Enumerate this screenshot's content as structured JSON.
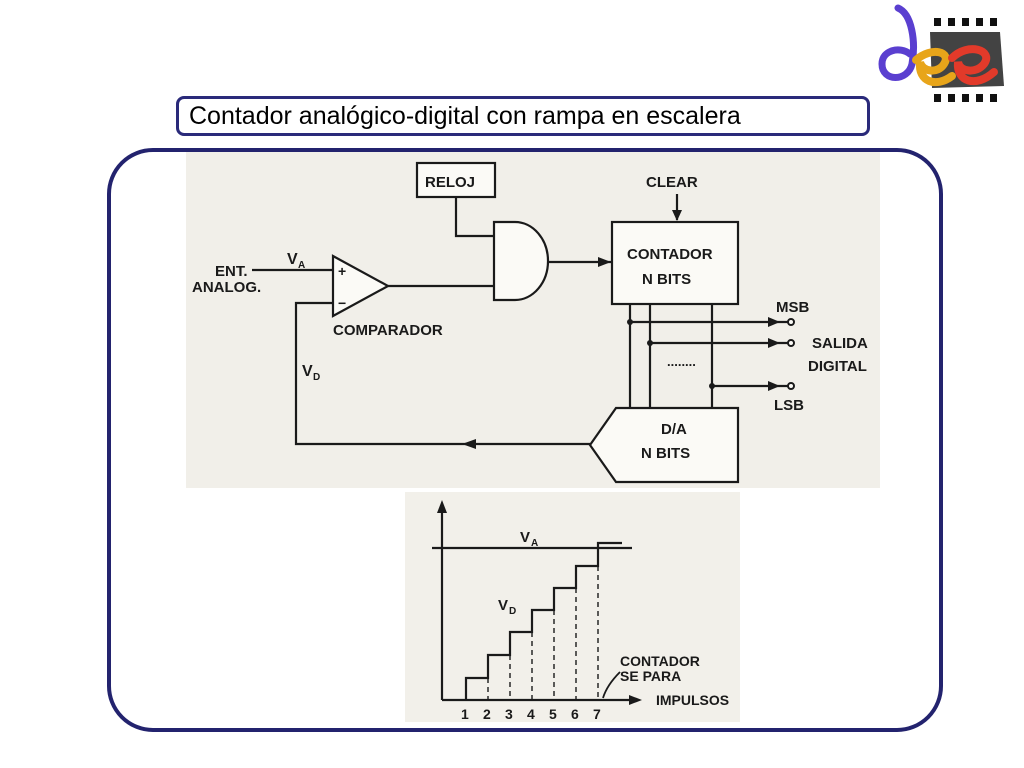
{
  "slide": {
    "title": "Contador analógico-digital con rampa en escalera"
  },
  "logo": {
    "text": "dee"
  },
  "diagram": {
    "reloj": "RELOJ",
    "clear": "CLEAR",
    "contador_line1": "CONTADOR",
    "contador_line2": "N BITS",
    "va_label": "V",
    "va_sub": "A",
    "ent_line1": "ENT.",
    "ent_line2": "ANALOG.",
    "plus": "+",
    "minus": "−",
    "comparador": "COMPARADOR",
    "vd_label": "V",
    "vd_sub": "D",
    "msb": "MSB",
    "lsb": "LSB",
    "salida_line1": "SALIDA",
    "salida_line2": "DIGITAL",
    "dots": "........",
    "da_line1": "D/A",
    "da_line2": "N BITS"
  },
  "graph": {
    "va_label": "V",
    "va_sub": "A",
    "vd_label": "V",
    "vd_sub": "D",
    "annotation_line1": "CONTADOR",
    "annotation_line2": "SE PARA",
    "x_axis_label": "IMPULSOS",
    "ticks": [
      "1",
      "2",
      "3",
      "4",
      "5",
      "6",
      "7"
    ]
  }
}
